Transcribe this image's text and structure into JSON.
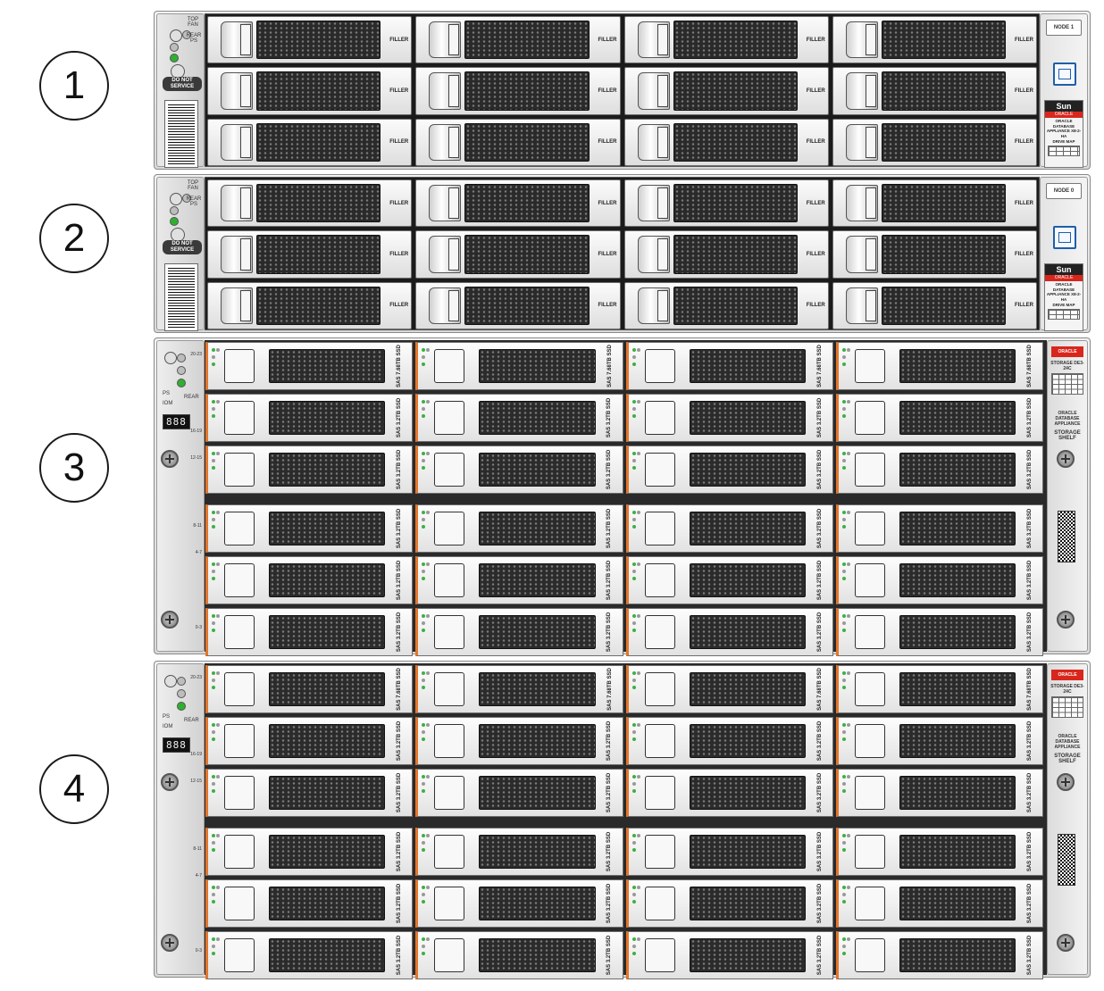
{
  "callouts": [
    "1",
    "2",
    "3",
    "4"
  ],
  "node1": {
    "node_label": "NODE 1",
    "filler_label": "FILLER",
    "top_fan": "TOP FAN",
    "rear_ps": "REAR PS",
    "do_not_service": "DO NOT SERVICE",
    "sun": "Sun",
    "oracle": "ORACLE",
    "badge": "ORACLE DATABASE APPLIANCE X8-2-HA",
    "drive_map": "DRIVE MAP"
  },
  "node0": {
    "node_label": "NODE 0",
    "filler_label": "FILLER",
    "top_fan": "TOP FAN",
    "rear_ps": "REAR PS",
    "do_not_service": "DO NOT SERVICE",
    "sun": "Sun",
    "oracle": "ORACLE",
    "badge": "ORACLE DATABASE APPLIANCE X8-2-HA",
    "drive_map": "DRIVE MAP"
  },
  "shelf": {
    "oracle": "ORACLE",
    "model": "STORAGE DE3-24C",
    "appliance": "ORACLE DATABASE APPLIANCE",
    "storage_shelf": "STORAGE SHELF",
    "display": "888",
    "ps": "PS",
    "rear": "REAR",
    "iom": "IOM",
    "slot_ranges": [
      "20-23",
      "16-19",
      "12-15",
      "8-11",
      "4-7",
      "0-3"
    ],
    "drive_labels_top": [
      "SAS 7.68TB SSD",
      "SAS 3.2TB SSD",
      "SAS 3.2TB SSD",
      "SAS 3.2TB SSD",
      "SAS 3.2TB SSD",
      "SAS 3.2TB SSD"
    ]
  }
}
